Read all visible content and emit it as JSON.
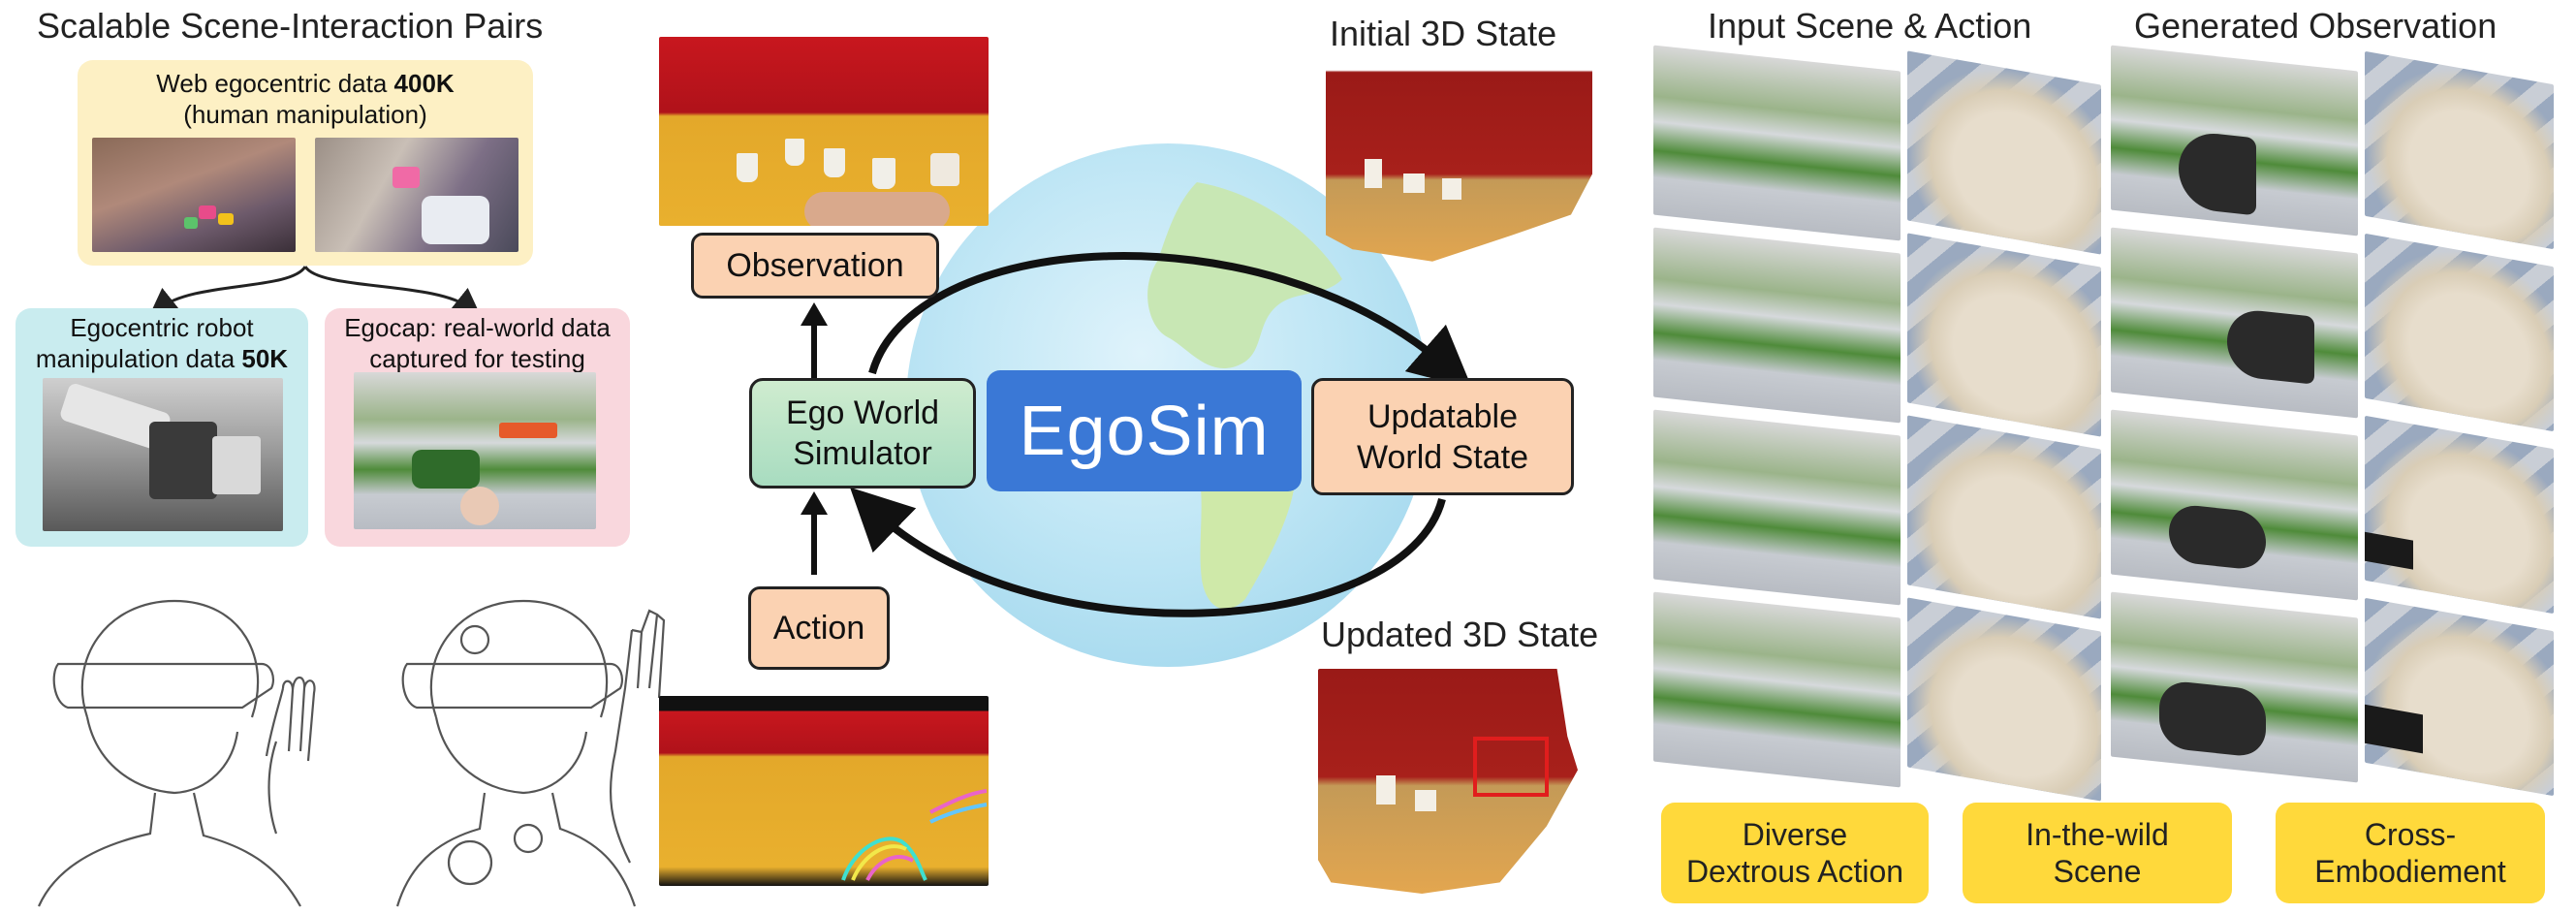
{
  "left": {
    "title": "Scalable Scene-Interaction Pairs",
    "web": {
      "line1": "Web egocentric data ",
      "line1_bold": "400K",
      "line2": "(human manipulation)"
    },
    "robot": {
      "line1": "Egocentric robot",
      "line2": "manipulation data ",
      "line2_bold": "50K"
    },
    "egocap": {
      "line1": "Egocap: real-world data",
      "line2": "captured for testing"
    }
  },
  "middle": {
    "observation": "Observation",
    "ego_line1": "Ego World",
    "ego_line2": "Simulator",
    "action": "Action",
    "egosim": "EgoSim",
    "updatable_line1": "Updatable",
    "updatable_line2": "World State"
  },
  "state": {
    "initial": "Initial 3D State",
    "updated": "Updated 3D State"
  },
  "right": {
    "input_title": "Input Scene & Action",
    "generated_title": "Generated Observation",
    "buttons": [
      {
        "line1": "Diverse",
        "line2": "Dextrous Action"
      },
      {
        "line1": "In-the-wild",
        "line2": "Scene"
      },
      {
        "line1": "Cross-",
        "line2": "Embodiement"
      }
    ]
  },
  "colors": {
    "accent_blue": "#3a78d6",
    "peach": "#fbd2b2",
    "yellow": "#ffd93b",
    "highlight_red": "#e11d1d"
  }
}
